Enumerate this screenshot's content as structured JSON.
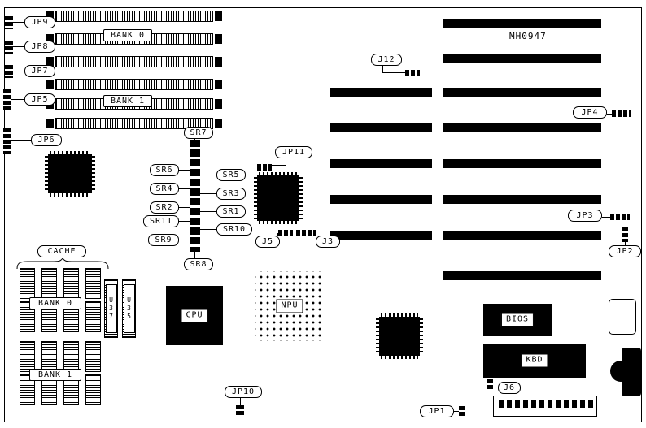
{
  "board": {
    "part_number": "MH0947"
  },
  "labels": {
    "jp1": "JP1",
    "jp2": "JP2",
    "jp3": "JP3",
    "jp4": "JP4",
    "jp5": "JP5",
    "jp6": "JP6",
    "jp7": "JP7",
    "jp8": "JP8",
    "jp9": "JP9",
    "jp10": "JP10",
    "jp11": "JP11",
    "j3": "J3",
    "j5": "J5",
    "j6": "J6",
    "j12": "J12",
    "sr1": "SR1",
    "sr2": "SR2",
    "sr3": "SR3",
    "sr4": "SR4",
    "sr5": "SR5",
    "sr6": "SR6",
    "sr7": "SR7",
    "sr8": "SR8",
    "sr9": "SR9",
    "sr10": "SR10",
    "sr11": "SR11",
    "cache": "CACHE",
    "bank0": "BANK 0",
    "bank1": "BANK 1",
    "u37": "U37",
    "u35": "U35",
    "cpu": "CPU",
    "npu": "NPU",
    "bios": "BIOS",
    "kbd": "KBD"
  }
}
